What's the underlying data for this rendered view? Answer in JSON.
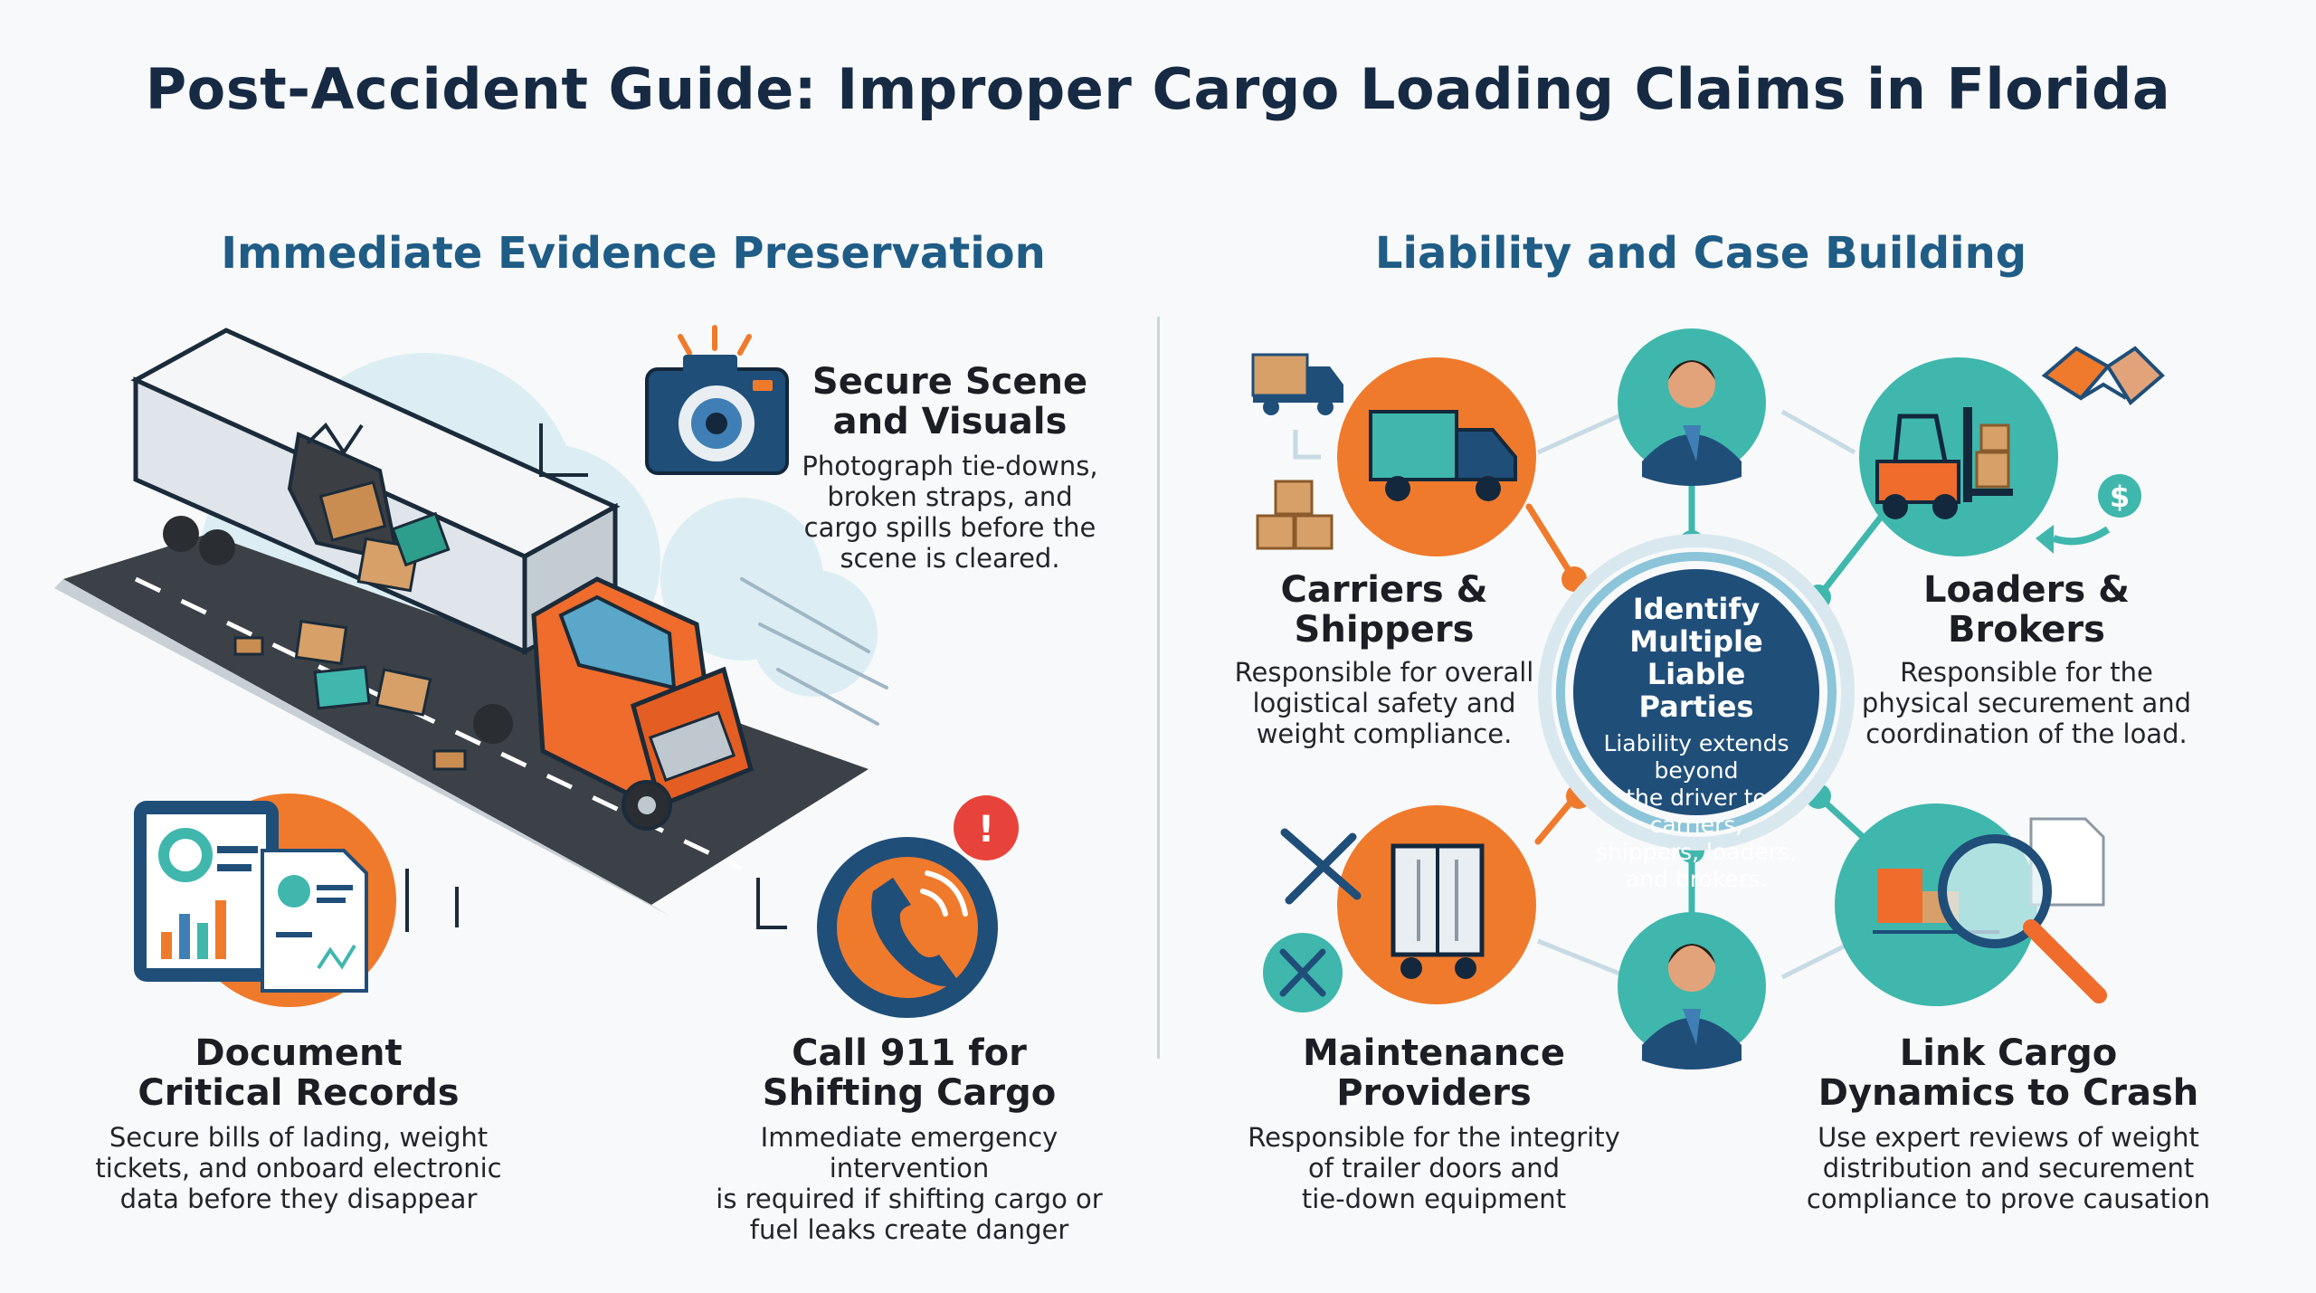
{
  "title": "Post-Accident Guide: Improper Cargo Loading Claims in Florida",
  "sections": {
    "left": "Immediate Evidence Preservation",
    "right": "Liability and Case Building"
  },
  "left_items": {
    "secure": {
      "heading": [
        "Secure Scene",
        "and Visuals"
      ],
      "body": [
        "Photograph tie-downs,",
        "broken straps, and",
        "cargo spills before the",
        "scene is cleared."
      ]
    },
    "document": {
      "heading": [
        "Document",
        "Critical Records"
      ],
      "body": [
        "Secure bills of lading, weight",
        "tickets, and onboard electronic",
        "data before they disappear"
      ]
    },
    "call": {
      "heading": [
        "Call 911 for",
        "Shifting Cargo"
      ],
      "body": [
        "Immediate emergency intervention",
        "is required if shifting cargo or",
        "fuel leaks create danger"
      ]
    }
  },
  "center": {
    "heading": [
      "Identify",
      "Multiple Liable",
      "Parties"
    ],
    "body": [
      "Liability extends beyond",
      "the driver to carriers,",
      "shippers, loaders,",
      "and brokers."
    ]
  },
  "right_items": {
    "carriers": {
      "heading": [
        "Carriers &",
        "Shippers"
      ],
      "body": [
        "Responsible for overall",
        "logistical safety and",
        "weight compliance."
      ]
    },
    "loaders": {
      "heading": [
        "Loaders &",
        "Brokers"
      ],
      "body": [
        "Responsible for the",
        "physical securement and",
        "coordination of the load."
      ]
    },
    "maintenance": {
      "heading": [
        "Maintenance",
        "Providers"
      ],
      "body": [
        "Responsible for the integrity",
        "of trailer doors and",
        "tie-down equipment"
      ]
    },
    "link": {
      "heading": [
        "Link Cargo",
        "Dynamics to Crash"
      ],
      "body": [
        "Use expert reviews of weight",
        "distribution and securement",
        "compliance to prove causation"
      ]
    }
  },
  "icons": {
    "dollar": "$",
    "alert": "!"
  },
  "colors": {
    "navy": "#1f4e79",
    "orange": "#f07a2c",
    "teal": "#3fb7ad",
    "title": "#172a44",
    "section": "#1f5c86"
  }
}
